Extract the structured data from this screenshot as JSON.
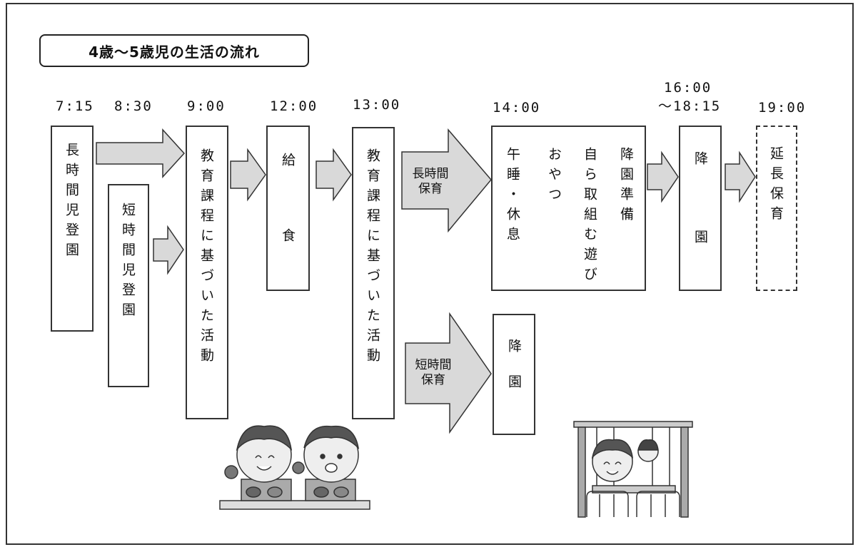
{
  "title": "4歳〜5歳児の生活の流れ",
  "times": {
    "t0715": "7:15",
    "t0830": "8:30",
    "t0900": "9:00",
    "t1200": "12:00",
    "t1300": "13:00",
    "t1400": "14:00",
    "t1600_line1": "16:00",
    "t1600_line2": "〜18:15",
    "t1900": "19:00"
  },
  "boxes": {
    "long_arrival": "長時間児登園",
    "short_arrival": "短時間児登園",
    "curriculum_am": "教育課程に基づいた活動",
    "lunch_1": "給",
    "lunch_2": "食",
    "curriculum_pm": "教育課程に基づいた活動",
    "afternoon": {
      "nap": "午睡・休息",
      "snack": "おやつ",
      "play": "自ら取組む遊び",
      "prep": "降園準備"
    },
    "departure_late_1": "降",
    "departure_late_2": "園",
    "extended_care": "延長保育",
    "departure_short_1": "降",
    "departure_short_2": "園"
  },
  "arrows": {
    "long_care": "長時間\n保育",
    "short_care": "短時間\n保育"
  },
  "colors": {
    "arrow_fill": "#d9d9d9",
    "line": "#333333"
  }
}
